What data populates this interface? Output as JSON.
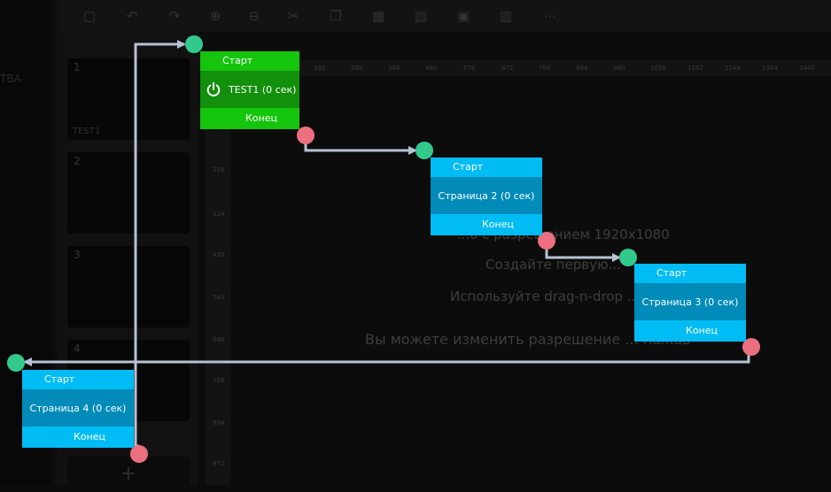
{
  "background": {
    "sidebar_text": "ТВА",
    "thumbs": [
      {
        "num": "1",
        "caption": "TEST1"
      },
      {
        "num": "2",
        "caption": ""
      },
      {
        "num": "3",
        "caption": ""
      },
      {
        "num": "4",
        "caption": ""
      }
    ],
    "add_slide": "+",
    "ruler_h": [
      "192",
      "288",
      "384",
      "480",
      "576",
      "672",
      "768",
      "864",
      "960",
      "1056",
      "1152",
      "1248",
      "1344",
      "1440"
    ],
    "ruler_v": [
      "216",
      "324",
      "432",
      "540",
      "648",
      "756",
      "864",
      "972"
    ],
    "canvas_messages": [
      "...о с разрешением 1920x1080",
      "Создайте первую...",
      "Используйте drag-n-drop ...сти",
      "Вы можете изменить разрешение ... нажав"
    ]
  },
  "nodes": [
    {
      "start": "Старт",
      "title": "TEST1 (0 сек)",
      "end": "Конец",
      "icon": "power-icon",
      "color": "#15c40c"
    },
    {
      "start": "Старт",
      "title": "Страница 2 (0 сек)",
      "end": "Конец",
      "color": "#00bcf4"
    },
    {
      "start": "Старт",
      "title": "Страница 3 (0 сек)",
      "end": "Конец",
      "color": "#00bcf4"
    },
    {
      "start": "Старт",
      "title": "Страница 4 (0 сек)",
      "end": "Конец",
      "color": "#00bcf4"
    }
  ],
  "colors": {
    "connector_line": "#b7c1d4",
    "input_handle": "#33c98d",
    "output_handle": "#ec6f7f"
  }
}
